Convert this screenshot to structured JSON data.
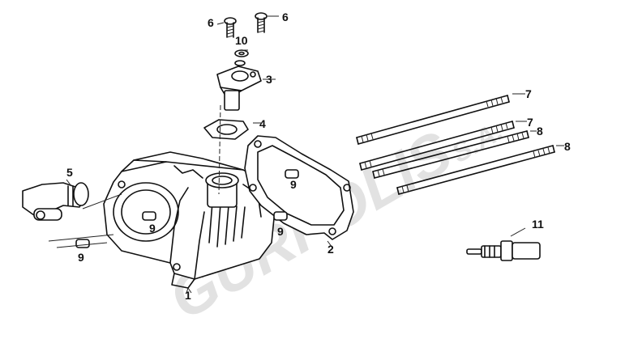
{
  "watermark": {
    "main": "GURPOLIS",
    "suffix": "S.A."
  },
  "parts": {
    "p1": "1",
    "p2": "2",
    "p3": "3",
    "p4": "4",
    "p5": "5",
    "p6a": "6",
    "p6b": "6",
    "p7a": "7",
    "p7b": "7",
    "p8a": "8",
    "p8b": "8",
    "p9a": "9",
    "p9b": "9",
    "p9c": "9",
    "p9d": "9",
    "p10": "10",
    "p11": "11"
  },
  "colors": {
    "line": "#111111",
    "watermark": "#e2e2e2",
    "background": "#ffffff"
  }
}
